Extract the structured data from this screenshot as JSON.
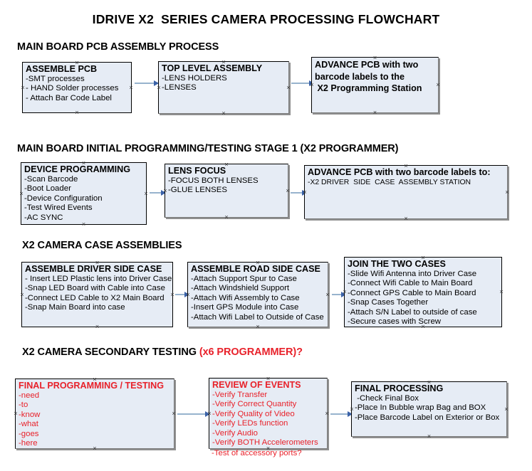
{
  "title": "IDRIVE X2  SERIES CAMERA PROCESSING FLOWCHART",
  "colors": {
    "node_fill": "#e6ecf5",
    "node_border": "#000000",
    "accent_red": "#e8212a",
    "arrow_shaft": "#97b3cd",
    "arrow_head": "#3b62a8",
    "background": "#ffffff"
  },
  "sections": [
    {
      "heading": "MAIN BOARD PCB ASSEMBLY PROCESS",
      "heading_accent": "",
      "nodes": [
        {
          "title": "ASSEMBLE PCB",
          "lines": [
            "-SMT processes",
            "- HAND Solder processes",
            "- Attach Bar Code Label"
          ]
        },
        {
          "title": "TOP LEVEL ASSEMBLY",
          "lines": [
            "-LENS HOLDERS",
            "-LENSES"
          ]
        },
        {
          "title": "ADVANCE PCB with two\nbarcode labels to the\n X2 Programming Station",
          "lines": []
        }
      ]
    },
    {
      "heading": "MAIN BOARD INITIAL PROGRAMMING/TESTING STAGE 1 (X2 PROGRAMMER)",
      "heading_accent": "",
      "nodes": [
        {
          "title": "DEVICE PROGRAMMING",
          "lines": [
            "-Scan Barcode",
            "-Boot Loader",
            "-Device Configuration",
            "-Test Wired Events",
            "-AC SYNC"
          ]
        },
        {
          "title": "LENS FOCUS",
          "lines": [
            "-FOCUS BOTH LENSES",
            "-GLUE LENSES"
          ]
        },
        {
          "title": "ADVANCE PCB with two barcode labels to:",
          "lines": [
            "-X2 DRIVER  SIDE  CASE  ASSEMBLY STATION"
          ]
        }
      ]
    },
    {
      "heading": "X2 CAMERA CASE ASSEMBLIES",
      "heading_accent": "",
      "nodes": [
        {
          "title": "ASSEMBLE DRIVER SIDE CASE",
          "lines": [
            "- Insert LED Plastic lens into Driver Case",
            "-Snap LED Board with Cable into Case",
            "-Connect LED Cable to X2 Main Board",
            "-Snap Main Board into case"
          ]
        },
        {
          "title": "ASSEMBLE ROAD SIDE CASE",
          "lines": [
            "-Attach Support Spur to Case",
            "-Attach Windshield Support",
            "-Attach Wifi Assembly to Case",
            "-Insert GPS Module into Case",
            "-Attach Wifi Label to Outside of Case"
          ]
        },
        {
          "title": "JOIN THE TWO CASES",
          "lines": [
            "-Slide Wifi Antenna into Driver Case",
            "-Connect Wifi Cable to Main Board",
            "-Connect GPS Cable to Main Board",
            "-Snap Cases Together",
            "-Attach S/N Label to outside of case",
            "-Secure cases with Screw"
          ]
        }
      ]
    },
    {
      "heading": "X2 CAMERA SECONDARY TESTING ",
      "heading_accent": "(x6 PROGRAMMER)?",
      "nodes": [
        {
          "title": "FINAL PROGRAMMING / TESTING",
          "lines": [
            "-need",
            "-to",
            "-know",
            "-what",
            "-goes",
            "-here"
          ]
        },
        {
          "title": "REVIEW OF EVENTS",
          "lines": [
            "-Verify Transfer",
            "-Verify Correct Quantity",
            "-Verify Quality of Video",
            "-Verify LEDs function",
            "-Verify Audio",
            "-Verify BOTH Accelerometers"
          ],
          "overflow_line": "-Test of accessory ports?"
        },
        {
          "title": "FINAL PROCESSING",
          "lines": [
            " -Check Final Box",
            "-Place In Bubble wrap Bag and BOX",
            "-Place Barcode Label on Exterior or Box"
          ]
        }
      ]
    }
  ]
}
